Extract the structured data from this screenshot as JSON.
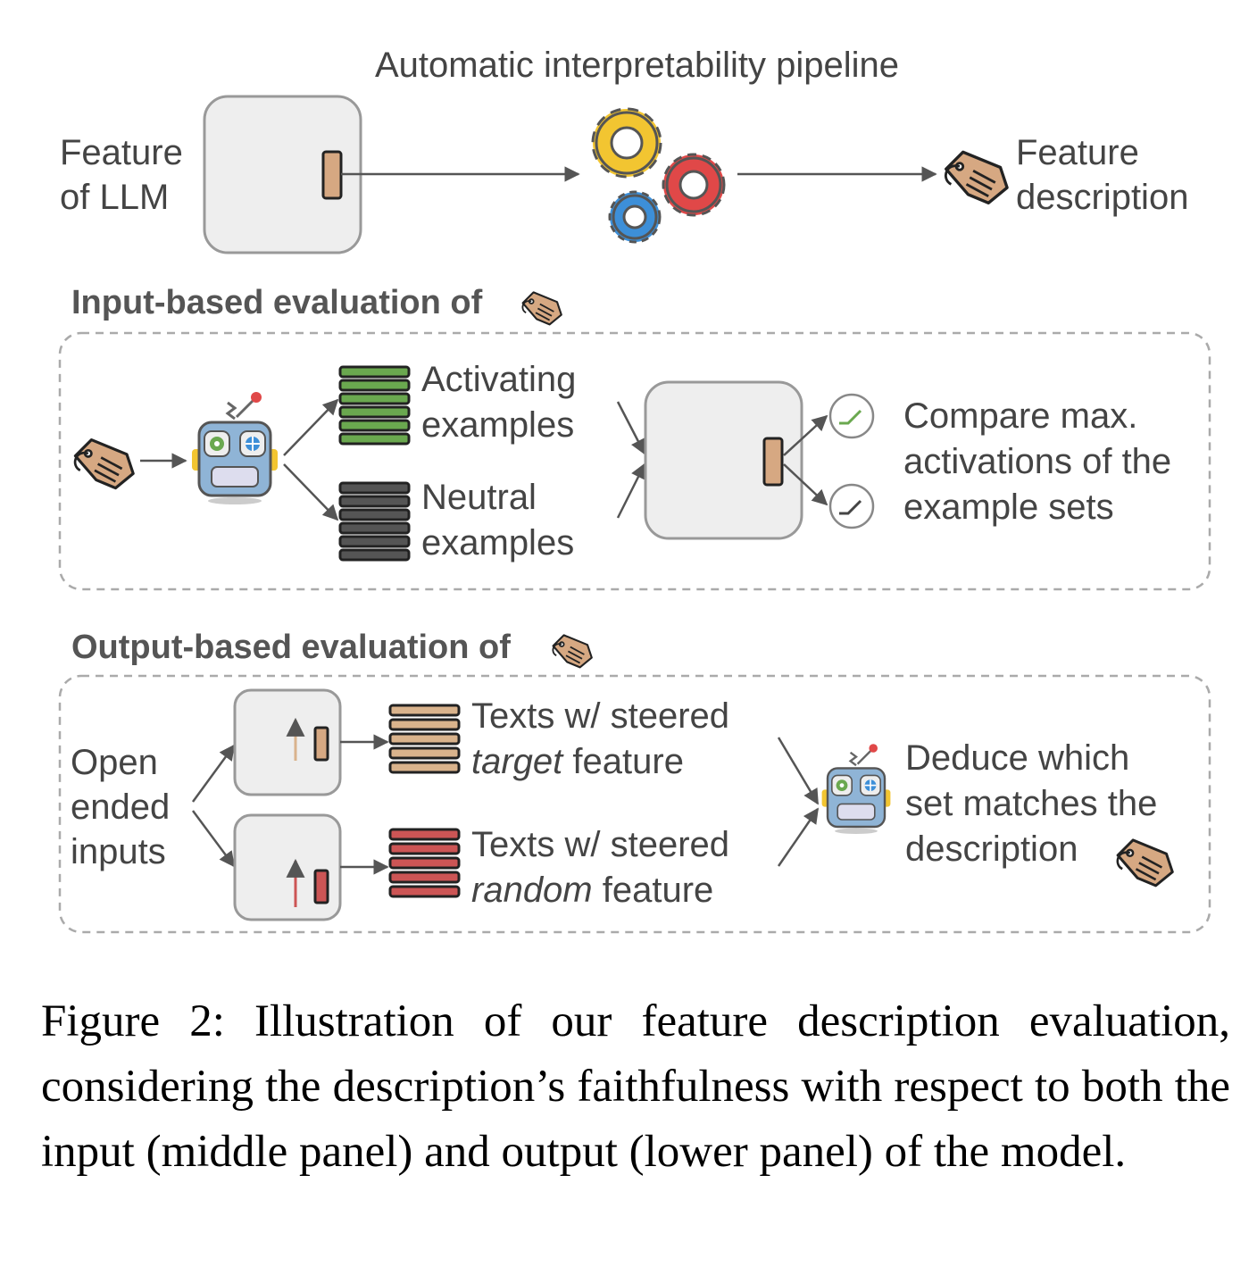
{
  "top": {
    "pipeline_title": "Automatic interpretability pipeline",
    "feature_label": [
      "Feature",
      "of LLM"
    ],
    "description_label": [
      "Feature",
      "description"
    ]
  },
  "input_panel": {
    "heading": "Input-based evaluation of",
    "activating_label": [
      "Activating",
      "examples"
    ],
    "neutral_label": [
      "Neutral",
      "examples"
    ],
    "compare_label": [
      "Compare max.",
      "activations of the",
      "example sets"
    ]
  },
  "output_panel": {
    "heading": "Output-based evaluation of",
    "inputs_label": [
      "Open",
      "ended",
      "inputs"
    ],
    "target_label": {
      "prefix": "Texts w/ steered",
      "emph": "target",
      "suffix": " feature"
    },
    "random_label": {
      "prefix": "Texts w/ steered",
      "emph": "random",
      "suffix": " feature"
    },
    "deduce_label": [
      "Deduce which",
      "set matches the",
      "description"
    ]
  },
  "caption": "Figure 2: Illustration of our feature description evaluation, considering the description’s faithfulness with respect to both the input (middle panel) and output (lower panel) of the model.",
  "colors": {
    "activating": "#6aa84f",
    "neutral": "#555555",
    "target": "#d9b38c",
    "random": "#cc5555",
    "gear_yellow": "#f2c531",
    "gear_red": "#e04848",
    "gear_blue": "#3d8fd8",
    "tag": "#d6a882"
  },
  "icons": [
    "gears-icon",
    "tag-icon",
    "robot-icon",
    "checkmark-icon"
  ]
}
